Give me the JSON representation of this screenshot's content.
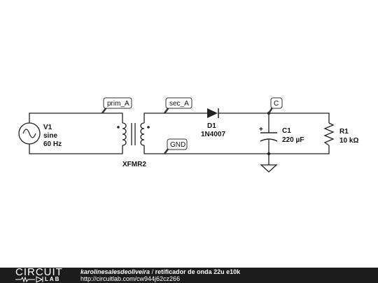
{
  "components": {
    "v1": {
      "name": "V1",
      "type": "sine",
      "freq": "60 Hz"
    },
    "xfmr": {
      "name": "XFMR2"
    },
    "d1": {
      "name": "D1",
      "part": "1N4007"
    },
    "c1": {
      "name": "C1",
      "value": "220 µF",
      "polarity": "+"
    },
    "r1": {
      "name": "R1",
      "value": "10 kΩ"
    }
  },
  "nodes": {
    "prim_a": "prim_A",
    "sec_a": "sec_A",
    "gnd": "GND",
    "c": "C"
  },
  "footer": {
    "logo": "CIRCUIT",
    "logo_sub": "LAB",
    "author": "karolinesalesdeoliveira",
    "separator": " / ",
    "title": "retificador de onda 22u e10k",
    "url": "http://circuitlab.com/cw944j62cz266"
  },
  "colors": {
    "wire": "#222222",
    "tag_border": "#333333",
    "footer_bg": "#1c1c1c"
  }
}
